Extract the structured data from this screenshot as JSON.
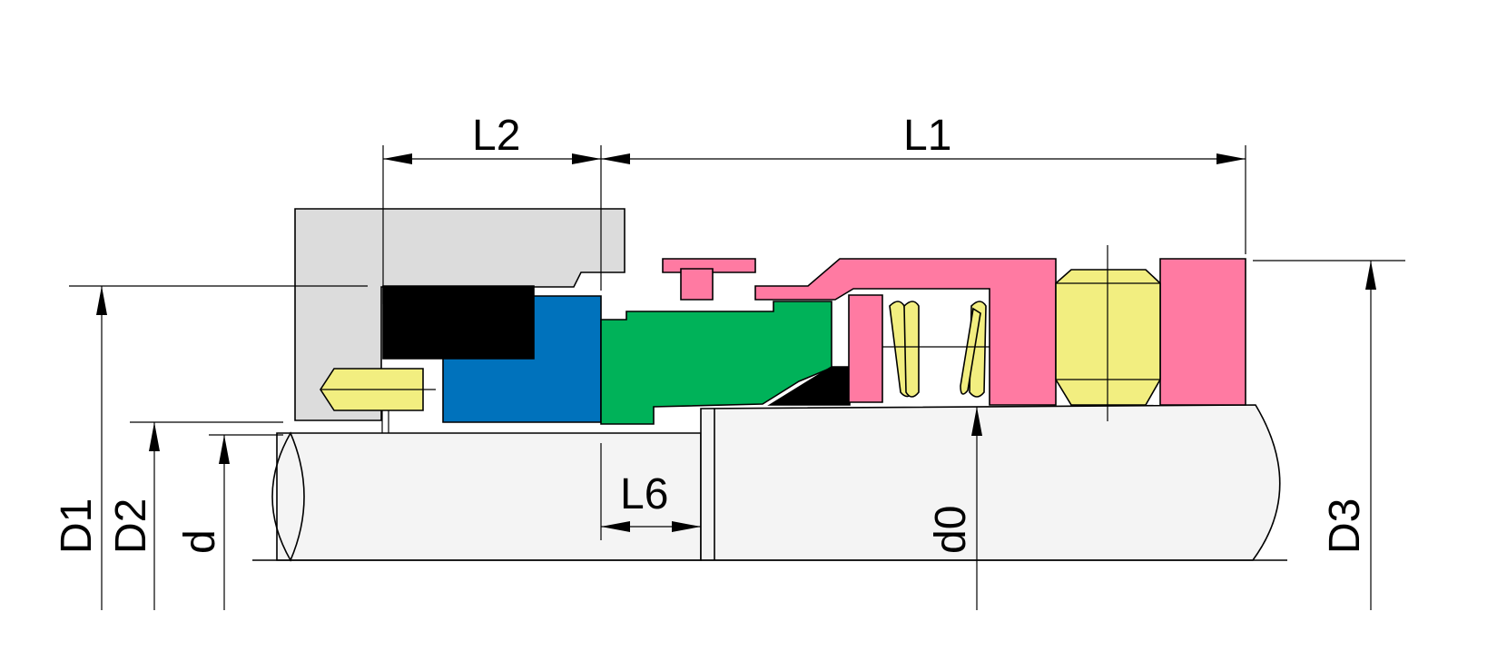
{
  "labels": {
    "L1": "L1",
    "L2": "L2",
    "L6": "L6",
    "D1": "D1",
    "D2": "D2",
    "D3": "D3",
    "d": "d",
    "d0": "d0"
  },
  "colors": {
    "shaft": "#f4f4f4",
    "gland": "#dcdcdc",
    "oring": "#000000",
    "stationary_seat": "#0072bc",
    "rotary_face": "#00b259",
    "spring_holder": "#ff7aa2",
    "spring": "#f2ee80",
    "set_screw": "#f2ee80",
    "line": "#000000"
  }
}
